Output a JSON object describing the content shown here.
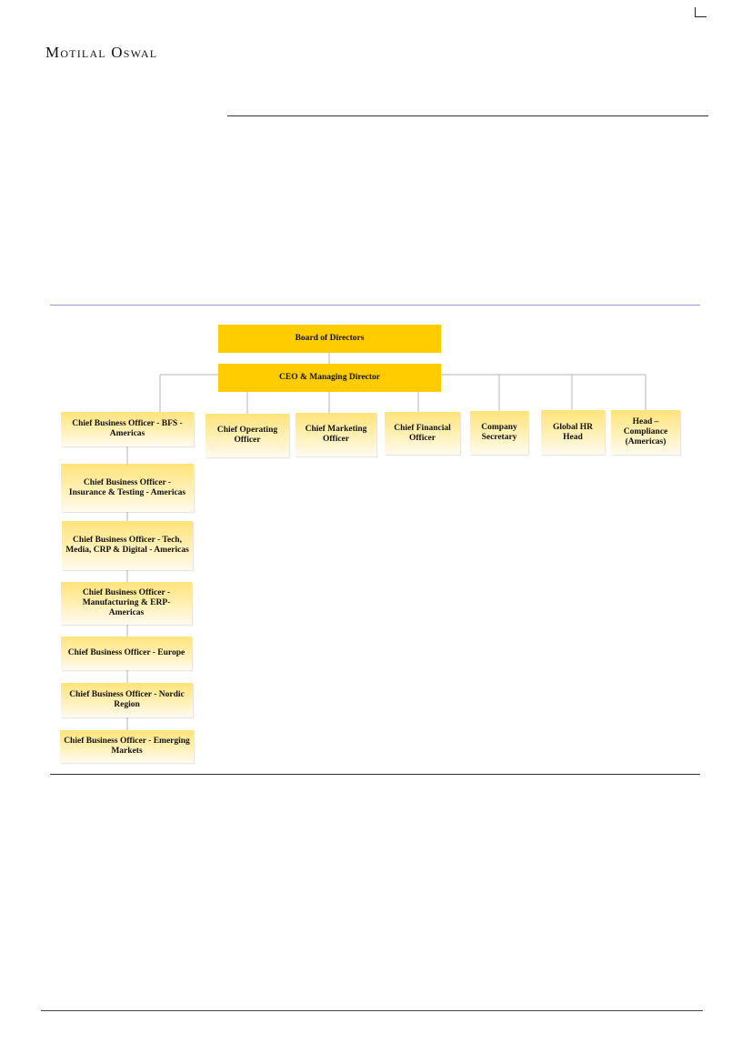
{
  "header": {
    "brand": "Motilal Oswal"
  },
  "org_chart": {
    "top": "Board of Directors",
    "ceo": "CEO & Managing Director",
    "direct_reports": [
      "Chief Operating Officer",
      "Chief Marketing Officer",
      "Chief Financial Officer",
      "Company Secretary",
      "Global HR Head",
      "Head – Compliance (Americas)"
    ],
    "business_officers": [
      "Chief Business Officer - BFS - Americas",
      "Chief Business Officer - Insurance & Testing - Americas",
      "Chief Business Officer - Tech, Media, CRP & Digital - Americas",
      "Chief Business Officer - Manufacturing & ERP- Americas",
      "Chief Business Officer - Europe",
      "Chief Business Officer - Nordic Region",
      "Chief Business Officer - Emerging Markets"
    ]
  }
}
